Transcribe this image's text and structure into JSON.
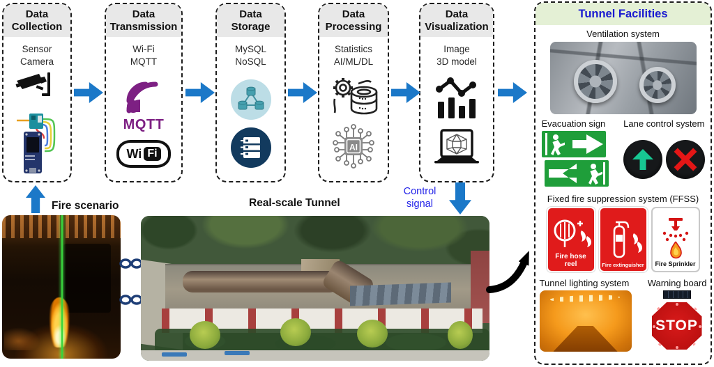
{
  "figure": {
    "flow": {
      "boxes": [
        {
          "id": "collection",
          "title": "Data\nCollection",
          "subtitle": "Sensor\nCamera"
        },
        {
          "id": "transmission",
          "title": "Data\nTransmission",
          "subtitle": "Wi-Fi\nMQTT",
          "mqtt_label": "MQTT",
          "wifi_left": "Wi",
          "wifi_right": "Fi"
        },
        {
          "id": "storage",
          "title": "Data\nStorage",
          "subtitle": "MySQL\nNoSQL"
        },
        {
          "id": "processing",
          "title": "Data\nProcessing",
          "subtitle": "Statistics\nAI/ML/DL",
          "ai_label": "AI"
        },
        {
          "id": "visualization",
          "title": "Data\nVisualization",
          "subtitle": "Image\n3D model"
        }
      ]
    },
    "scene": {
      "fire_label": "Fire scenario",
      "tunnel_label": "Real-scale Tunnel",
      "control_signal": "Control\nsignal"
    },
    "facilities": {
      "header": "Tunnel Facilities",
      "ventilation_label": "Ventilation system",
      "evacuation_label": "Evacuation sign",
      "lane_control_label": "Lane control system",
      "ffss_label": "Fixed fire suppression system (FFSS)",
      "ffss_signs": [
        "Fire hose\nreel",
        "Fire extinguisher",
        "Fire Sprinkler"
      ],
      "lighting_label": "Tunnel lighting system",
      "warning_label": "Warning board",
      "stop_label": "STOP"
    },
    "colors": {
      "flow_arrow_blue": "#1b78c8",
      "control_signal_blue": "#2323e8",
      "mqtt_purple": "#7d2083",
      "storage_navy": "#123a5e",
      "storage_light_blue": "#bcdde6",
      "facilities_header_bg": "#e4f0d5",
      "facilities_header_text": "#1a1ad0",
      "evacuation_green": "#1f9e3a",
      "signal_green": "#17c792",
      "signal_red": "#e41616",
      "ffss_red": "#e01b1b"
    }
  }
}
